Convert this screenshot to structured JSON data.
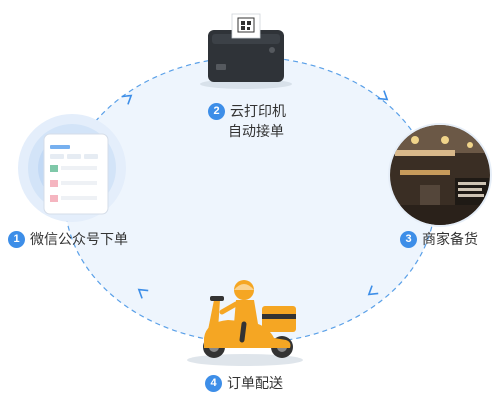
{
  "steps": [
    {
      "number": "1",
      "label": "微信公众号下单",
      "icon": "phone-order-icon"
    },
    {
      "number": "2",
      "label_line1": "云打印机",
      "label_line2": "自动接单",
      "icon": "cloud-printer-icon"
    },
    {
      "number": "3",
      "label": "商家备货",
      "icon": "merchant-cafe-photo"
    },
    {
      "number": "4",
      "label": "订单配送",
      "icon": "delivery-scooter-icon"
    }
  ],
  "colors": {
    "accent": "#3d8ee8",
    "loop_fill": "#eef5fd",
    "loop_stroke": "#5aa0e8",
    "courier_orange": "#f5a623"
  }
}
